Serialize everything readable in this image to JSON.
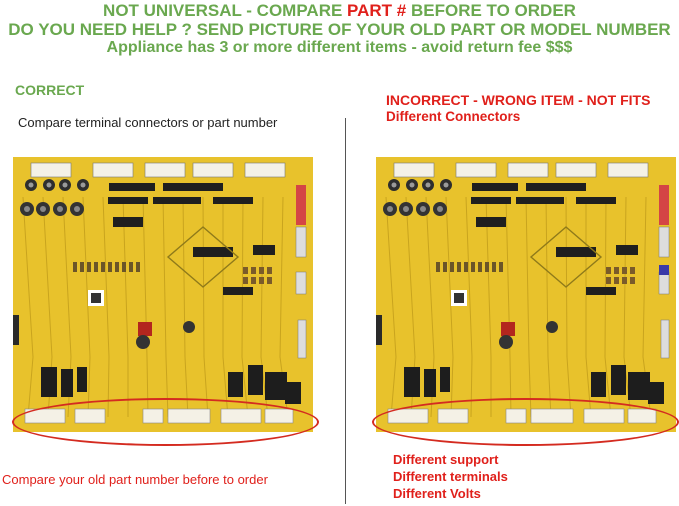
{
  "header": {
    "line1_pre": "NOT UNIVERSAL - COMPARE ",
    "line1_red": "PART #",
    "line1_post": " BEFORE TO ORDER",
    "line2": "DO YOU NEED HELP ? SEND PICTURE OF YOUR OLD PART OR MODEL NUMBER",
    "line3": "Appliance has 3 or more different items  - avoid return fee $$$"
  },
  "left": {
    "title": "CORRECT",
    "subtitle": "Compare terminal connectors or part number",
    "footer": "Compare your old part number before to order"
  },
  "right": {
    "title": "INCORRECT - WRONG ITEM - NOT FITS",
    "subtitle": "Different Connectors",
    "differences": [
      "Different support",
      "Different terminals",
      "Different Volts"
    ]
  },
  "colors": {
    "green": "#6aa84f",
    "red": "#e0201b",
    "board": "#e8c22c"
  }
}
